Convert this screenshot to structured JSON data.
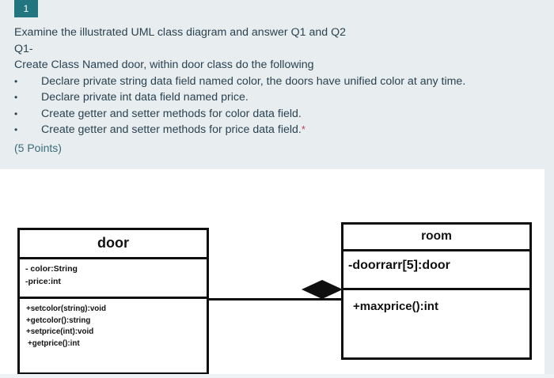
{
  "question": {
    "number_badge": "1",
    "prompt_lines": [
      "Examine the illustrated UML class diagram and answer Q1 and Q2",
      "Q1-",
      "Create Class Named door, within door class do the following"
    ],
    "bullet_marker": "•",
    "bullets": [
      "Declare private string data field named color, the doors have unified color at any time.",
      "Declare private int data field named price.",
      "Create getter and setter methods for color data field.",
      "Create getter and setter methods for price data field."
    ],
    "required_marker": "*",
    "points_label": "(5 Points)",
    "badge_color": "#21757f",
    "text_color": "#2b4250",
    "required_marker_color": "#c0415c",
    "points_color": "#3a6a78",
    "header_background": "#e8edf0"
  },
  "diagram": {
    "type": "uml-class-diagram",
    "canvas_background": "#ffffff",
    "stroke_color": "#0f0f0f",
    "classes": [
      {
        "id": "door",
        "name": "door",
        "attributes": [
          "- color:String",
          "-price:int"
        ],
        "methods": [
          "+setcolor(string):void",
          "+getcolor():string",
          "+setprice(int):void",
          "+getprice():int"
        ]
      },
      {
        "id": "room",
        "name": "room",
        "attributes": [
          "-doorrarr[5]:door"
        ],
        "methods": [
          "+maxprice():int"
        ]
      }
    ],
    "relationship": {
      "kind": "composition",
      "source": "door",
      "target": "room",
      "marker": "filled-diamond"
    }
  }
}
